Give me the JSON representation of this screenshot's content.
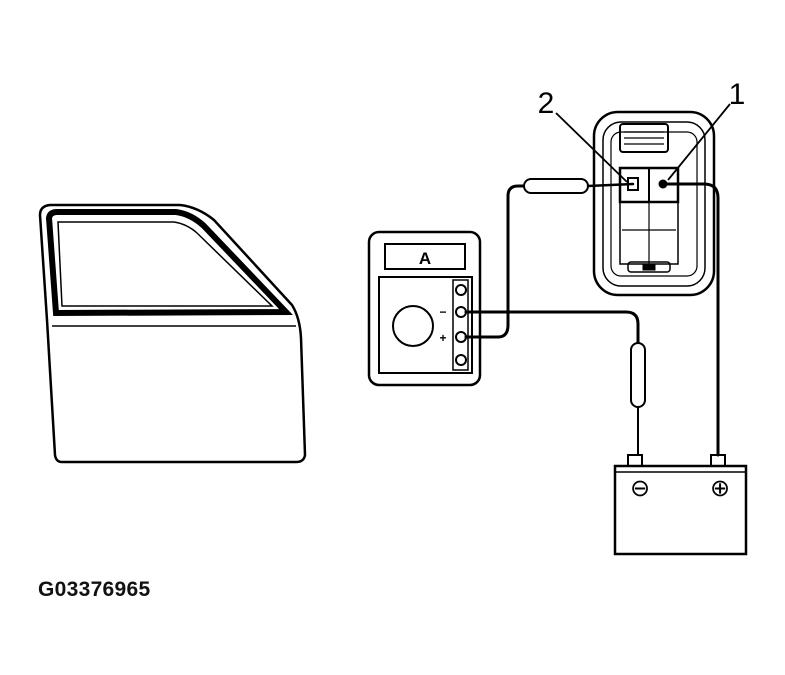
{
  "figure": {
    "id": "G03376965"
  },
  "callouts": [
    {
      "number": "1"
    },
    {
      "number": "2"
    }
  ],
  "meter": {
    "display": "A",
    "minus": "−",
    "plus": "+"
  },
  "battery": {
    "negative_symbol": "⊖",
    "positive_symbol": "⊕"
  },
  "colors": {
    "line": "#000000",
    "background": "#ffffff"
  }
}
